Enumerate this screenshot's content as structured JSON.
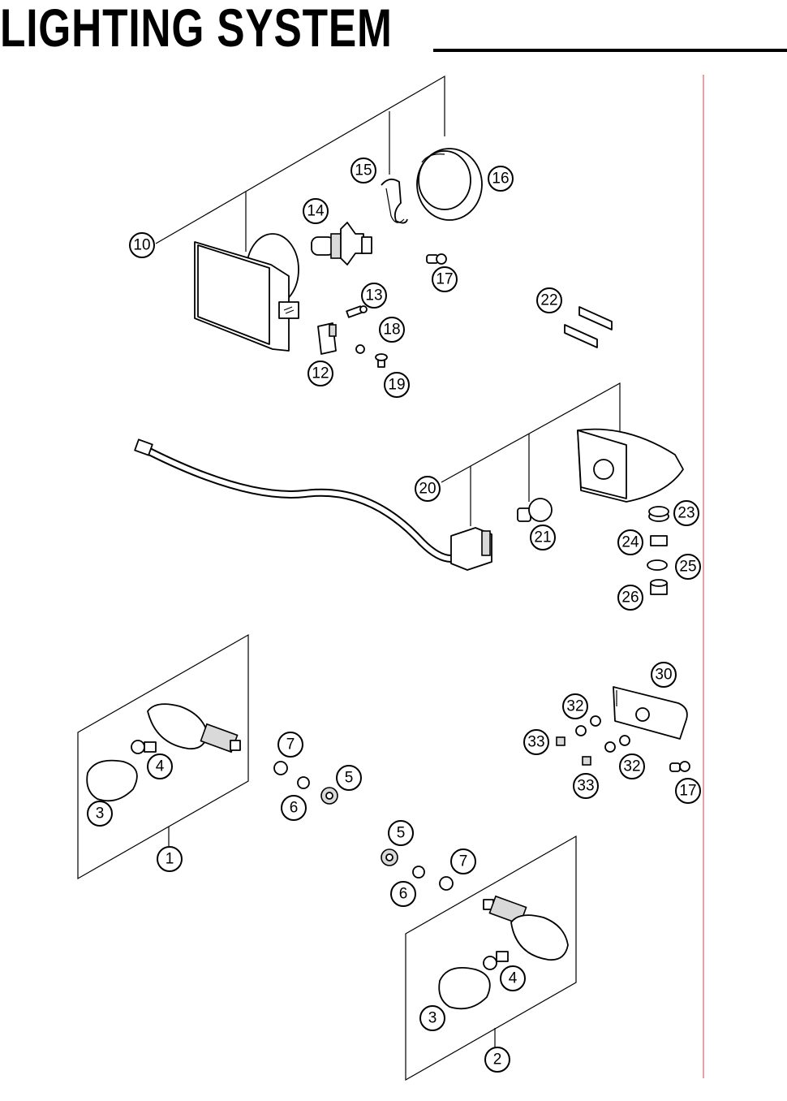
{
  "page": {
    "title": "LIGHTING SYSTEM"
  },
  "callouts": {
    "c10": "10",
    "c14": "14",
    "c15": "15",
    "c16": "16",
    "c17a": "17",
    "c13": "13",
    "c18": "18",
    "c12": "12",
    "c19": "19",
    "c22": "22",
    "c20": "20",
    "c21": "21",
    "c23": "23",
    "c24": "24",
    "c25": "25",
    "c26": "26",
    "c30": "30",
    "c32a": "32",
    "c33a": "33",
    "c32b": "32",
    "c33b": "33",
    "c17b": "17",
    "c7a": "7",
    "c5a": "5",
    "c6a": "6",
    "c4a": "4",
    "c3a": "3",
    "c1": "1",
    "c5b": "5",
    "c7b": "7",
    "c6b": "6",
    "c4b": "4",
    "c3b": "3",
    "c2": "2"
  }
}
